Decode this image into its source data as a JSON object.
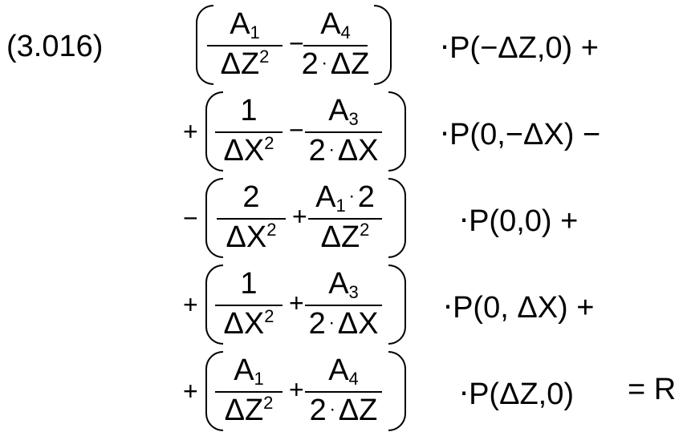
{
  "equation_number": "(3.016)",
  "rows": [
    {
      "lead_op": "",
      "f1": {
        "num": "A",
        "num_sub": "1",
        "den": "ΔZ",
        "den_sup": "2",
        "den_mul": ""
      },
      "mid_op": "−",
      "f2": {
        "num": "A",
        "num_sub": "4",
        "den": "ΔZ",
        "den_sup": "",
        "den_mul": "2"
      },
      "term": "⋅P(−ΔZ,0) +"
    },
    {
      "lead_op": "+",
      "f1": {
        "num": "1",
        "num_sub": "",
        "den": "ΔX",
        "den_sup": "2",
        "den_mul": ""
      },
      "mid_op": "−",
      "f2": {
        "num": "A",
        "num_sub": "3",
        "den": "ΔX",
        "den_sup": "",
        "den_mul": "2"
      },
      "term": "⋅P(0,−ΔX) −"
    },
    {
      "lead_op": "−",
      "f1": {
        "num": "2",
        "num_sub": "",
        "den": "ΔX",
        "den_sup": "2",
        "den_mul": ""
      },
      "mid_op": "+",
      "f2": {
        "num": "A",
        "num_sub": "1",
        "num_mul": "2",
        "den": "ΔZ",
        "den_sup": "2",
        "den_mul": ""
      },
      "term": "⋅P(0,0) +"
    },
    {
      "lead_op": "+",
      "f1": {
        "num": "1",
        "num_sub": "",
        "den": "ΔX",
        "den_sup": "2",
        "den_mul": ""
      },
      "mid_op": "+",
      "f2": {
        "num": "A",
        "num_sub": "3",
        "den": "ΔX",
        "den_sup": "",
        "den_mul": "2"
      },
      "term": "⋅P(0, ΔX) +"
    },
    {
      "lead_op": "+",
      "f1": {
        "num": "A",
        "num_sub": "1",
        "den": "ΔZ",
        "den_sup": "2",
        "den_mul": ""
      },
      "mid_op": "+",
      "f2": {
        "num": "A",
        "num_sub": "4",
        "den": "ΔZ",
        "den_sup": "",
        "den_mul": "2"
      },
      "term": "⋅P(ΔZ,0)"
    }
  ],
  "rhs": "= R"
}
